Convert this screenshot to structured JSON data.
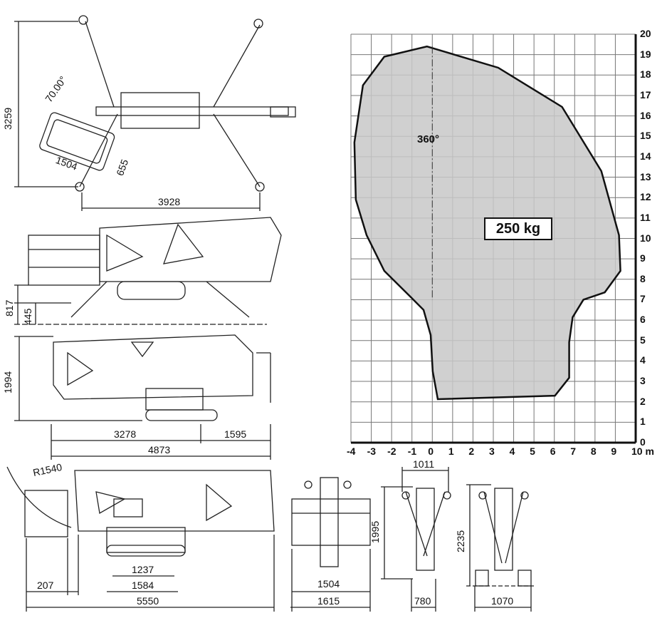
{
  "top_view": {
    "width_dim": "3259",
    "angle": "70.00°",
    "basket_depth": "655",
    "basket_width": "1504",
    "length_dim": "3928"
  },
  "side_view_stowed": {
    "height_total": "817",
    "height_ground": "445"
  },
  "side_view_folded": {
    "height": "1994",
    "dim_a": "3278",
    "dim_b": "1595",
    "length": "4873"
  },
  "side_view_extended": {
    "radius": "R1540",
    "overhang": "207",
    "track_length": "1237",
    "track_span": "1584",
    "length": "5550"
  },
  "front_view": {
    "basket_width": "1504",
    "width": "1615"
  },
  "rear_view_a": {
    "top_width": "1011",
    "height": "1995",
    "width": "780"
  },
  "rear_view_b": {
    "height": "2235",
    "width": "1070"
  },
  "chart_data": {
    "type": "area",
    "title": "Working envelope",
    "xlabel": "m",
    "ylabel": "",
    "xlim": [
      -4,
      10
    ],
    "ylim": [
      0,
      20
    ],
    "x_ticks": [
      "-4",
      "-3",
      "-2",
      "-1",
      "0",
      "1",
      "2",
      "3",
      "4",
      "5",
      "6",
      "7",
      "8",
      "9",
      "10 m"
    ],
    "y_ticks": [
      "0",
      "1",
      "2",
      "3",
      "4",
      "5",
      "6",
      "7",
      "8",
      "9",
      "10",
      "11",
      "12",
      "13",
      "14",
      "15",
      "16",
      "17",
      "18",
      "19",
      "20"
    ],
    "grid": true,
    "max_load": "250 kg",
    "rotation": "360°",
    "envelope": [
      [
        -0.26,
        19.4
      ],
      [
        3.24,
        18.36
      ],
      [
        6.38,
        16.44
      ],
      [
        8.31,
        13.3
      ],
      [
        9.18,
        10.16
      ],
      [
        9.25,
        8.41
      ],
      [
        8.48,
        7.36
      ],
      [
        7.43,
        7.0
      ],
      [
        6.9,
        6.14
      ],
      [
        6.73,
        4.92
      ],
      [
        6.73,
        3.18
      ],
      [
        6.03,
        2.3
      ],
      [
        0.27,
        2.13
      ],
      [
        0.02,
        3.5
      ],
      [
        -0.08,
        5.27
      ],
      [
        -0.43,
        6.5
      ],
      [
        -1.13,
        7.2
      ],
      [
        -2.36,
        8.41
      ],
      [
        -3.23,
        10.16
      ],
      [
        -3.76,
        11.9
      ],
      [
        -3.83,
        14.7
      ],
      [
        -3.41,
        17.5
      ],
      [
        -2.36,
        18.9
      ]
    ],
    "colors": {
      "envelope_fill": "#c8c8c8",
      "grid": "#777777",
      "outline": "#111111"
    }
  }
}
